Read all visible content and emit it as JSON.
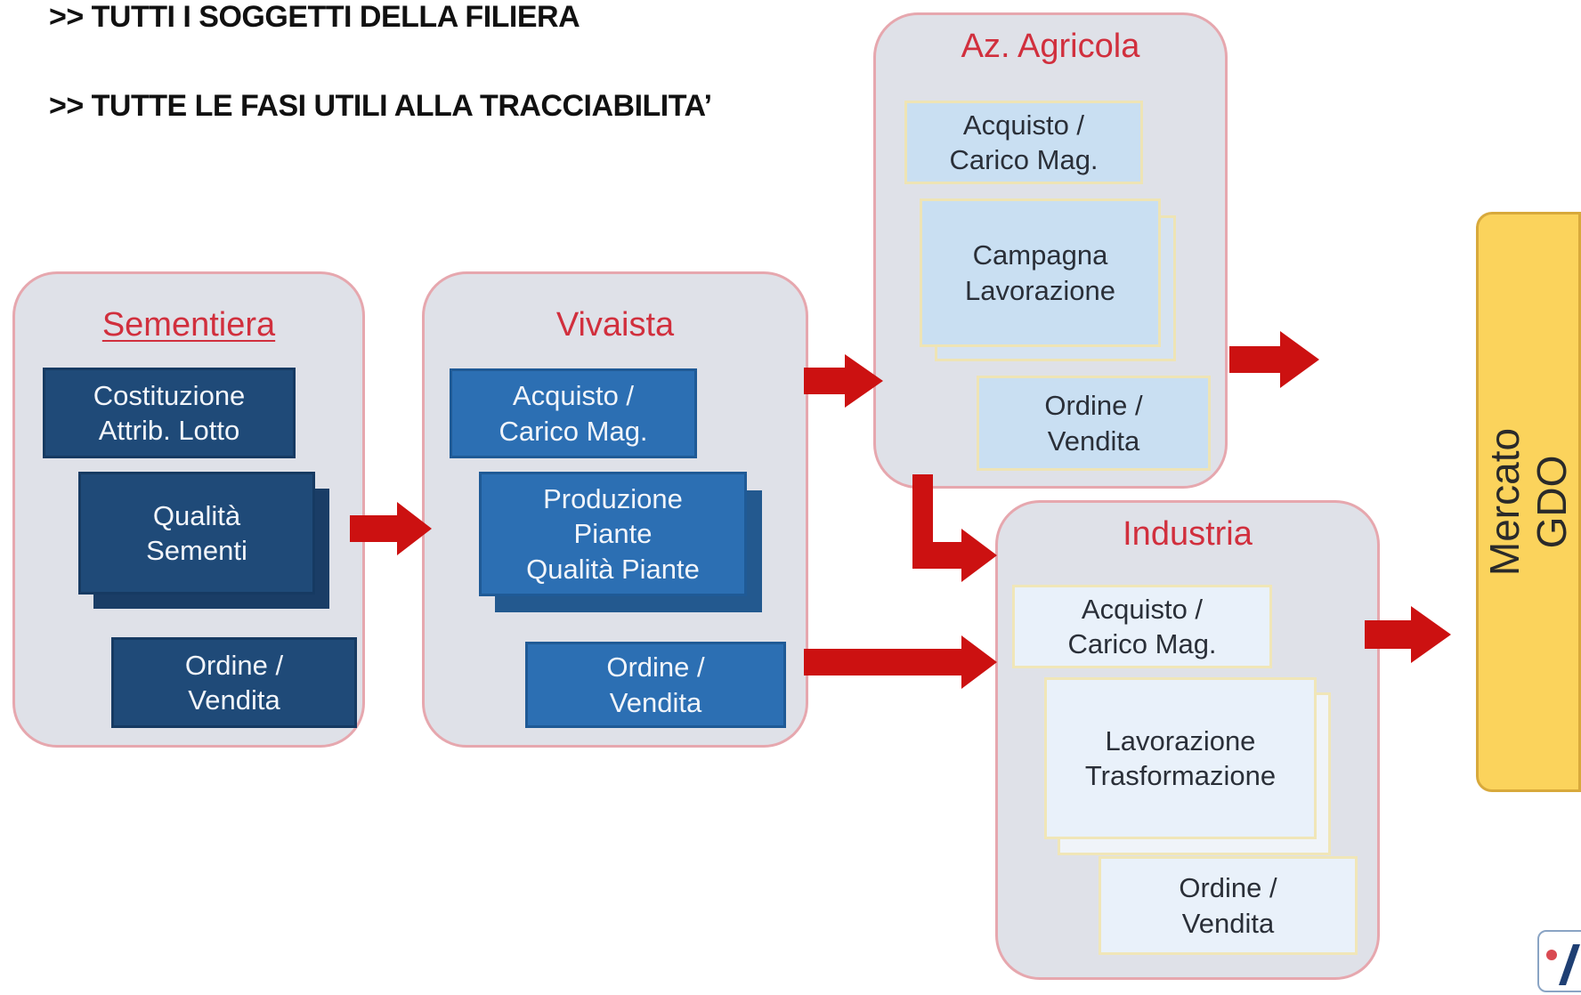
{
  "headings": [
    ">> TUTTI I SOGGETTI DELLA FILIERA",
    ">> TUTTE LE FASI UTILI ALLA TRACCIABILITA’"
  ],
  "colors": {
    "panel_background": "#dfe1e8",
    "panel_border": "#e6a7ae",
    "title_red": "#d12f3d",
    "arrow_red": "#cc1111",
    "dark_blue": "#1f4a78",
    "mid_blue": "#2c6fb3",
    "light_blue": "#c9dff2",
    "market_yellow": "#fbd35c"
  },
  "sementiera": {
    "title": "Sementiera",
    "box1": "Costituzione\nAttrib. Lotto",
    "box2": "Qualità\nSementi",
    "box3": "Ordine /\nVendita"
  },
  "vivaista": {
    "title": "Vivaista",
    "box1": "Acquisto /\nCarico Mag.",
    "box2": "Produzione\nPiante\nQualità Piante",
    "box3": "Ordine /\nVendita"
  },
  "agricola": {
    "title": "Az. Agricola",
    "box1": "Acquisto /\nCarico Mag.",
    "box2": "Campagna\nLavorazione",
    "box3": "Ordine /\nVendita"
  },
  "industria": {
    "title": "Industria",
    "box1": "Acquisto /\nCarico Mag.",
    "box2": "Lavorazione\nTrasformazione",
    "box3": "Ordine /\nVendita"
  },
  "market": {
    "label": "Mercato\nGDO"
  },
  "logo": {
    "icon": "company-logo-icon"
  }
}
